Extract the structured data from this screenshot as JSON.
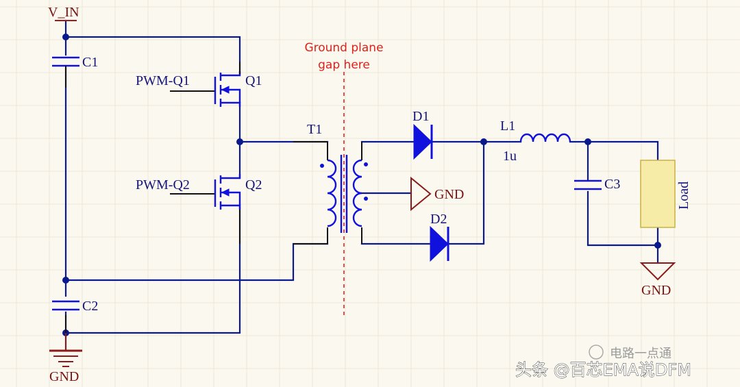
{
  "labels": {
    "vin": "V_IN",
    "c1": "C1",
    "c2": "C2",
    "c3": "C3",
    "q1": "Q1",
    "q2": "Q2",
    "pwm_q1": "PWM-Q1",
    "pwm_q2": "PWM-Q2",
    "t1": "T1",
    "d1": "D1",
    "d2": "D2",
    "l1": "L1",
    "l1_value": "1u",
    "load": "Load",
    "gnd_left": "GND",
    "gnd_secondary": "GND",
    "gnd_output": "GND"
  },
  "annotation": {
    "line1": "Ground plane",
    "line2": "gap here"
  },
  "watermark": {
    "text": "头条 @百芯EMA说DFM",
    "faint": "电路一点通"
  },
  "colors": {
    "background": "#fbf9ef",
    "wire": "#0a1a8c",
    "component": "#1111dd",
    "ground_symbol": "#8b1a1a",
    "annotation": "#e0201a",
    "load_fill": "#f6eca8"
  }
}
